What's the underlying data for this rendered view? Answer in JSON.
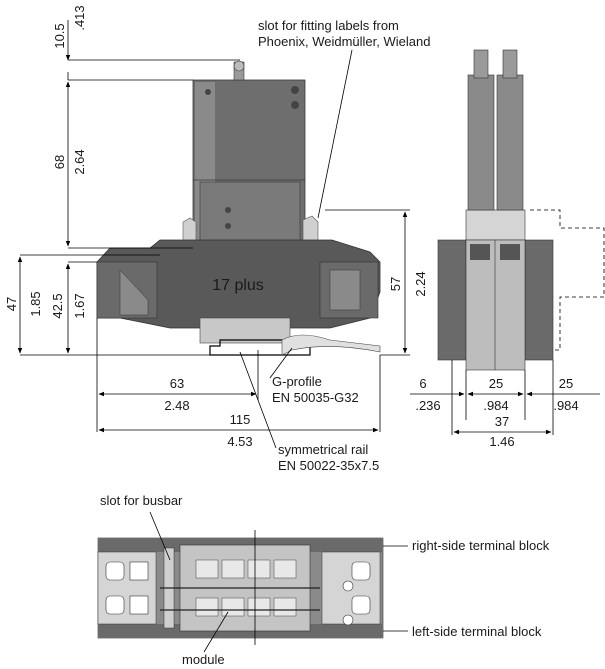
{
  "colors": {
    "dark_body": "#5f5f5f",
    "mid_body": "#7c7c7c",
    "light_body": "#bdbdbd",
    "pale_body": "#d9d9d9",
    "line": "#000000"
  },
  "labels": {
    "slot_labels_line1": "slot for fitting labels from",
    "slot_labels_line2": "Phoenix, Weidmüller, Wieland",
    "product_name": "17 plus",
    "g_profile_line1": "G-profile",
    "g_profile_line2": "EN 50035-G32",
    "sym_rail_line1": "symmetrical rail",
    "sym_rail_line2": "EN 50022-35x7.5",
    "slot_busbar": "slot for busbar",
    "right_block": "right-side terminal block",
    "left_block": "left-side terminal block",
    "module": "module"
  },
  "dimensions": {
    "top_mm": "10.5",
    "top_in": ".413",
    "upper_mm": "68",
    "upper_in": "2.64",
    "overall_h_mm": "47",
    "overall_h_in": "1.85",
    "inner_h_mm": "42.5",
    "inner_h_in": "1.67",
    "right_h_mm": "57",
    "right_h_in": "2.24",
    "rail_w_mm": "63",
    "rail_w_in": "2.48",
    "total_w_mm": "115",
    "total_w_in": "4.53",
    "side_left_mm": "6",
    "side_left_in": ".236",
    "side_mid_mm": "25",
    "side_mid_in": ".984",
    "side_right_mm": "25",
    "side_right_in": ".984",
    "side_total_mm": "37",
    "side_total_in": "1.46"
  }
}
